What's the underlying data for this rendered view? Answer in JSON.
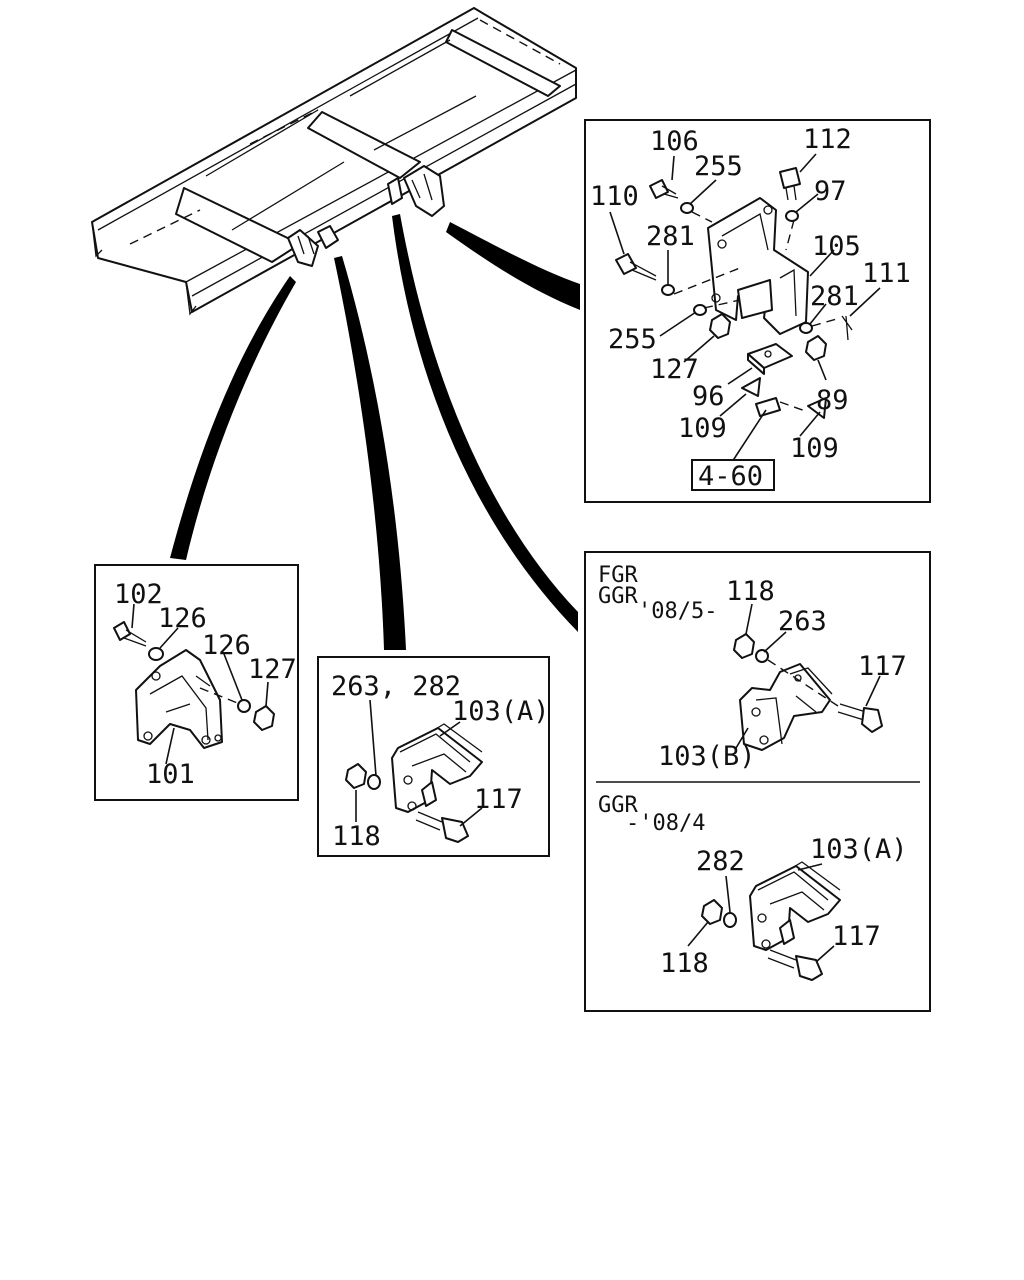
{
  "panel_top_right": {
    "labels": [
      "106",
      "112",
      "255",
      "97",
      "110",
      "281",
      "105",
      "111",
      "281",
      "255",
      "127",
      "89",
      "96",
      "109",
      "109"
    ],
    "ref": "4-60"
  },
  "panel_left": {
    "labels": [
      "102",
      "126",
      "126",
      "127",
      "101"
    ]
  },
  "panel_middle": {
    "labels": [
      "263, 282",
      "103(A)",
      "117",
      "118"
    ]
  },
  "panel_right_upper": {
    "variant_line1": "FGR",
    "variant_line2": "GGR",
    "variant_date": "'08/5-",
    "labels": [
      "118",
      "263",
      "117",
      "103(B)"
    ]
  },
  "panel_right_lower": {
    "variant_line1": "GGR",
    "variant_date": "-'08/4",
    "labels": [
      "103(A)",
      "282",
      "118",
      "117"
    ]
  }
}
